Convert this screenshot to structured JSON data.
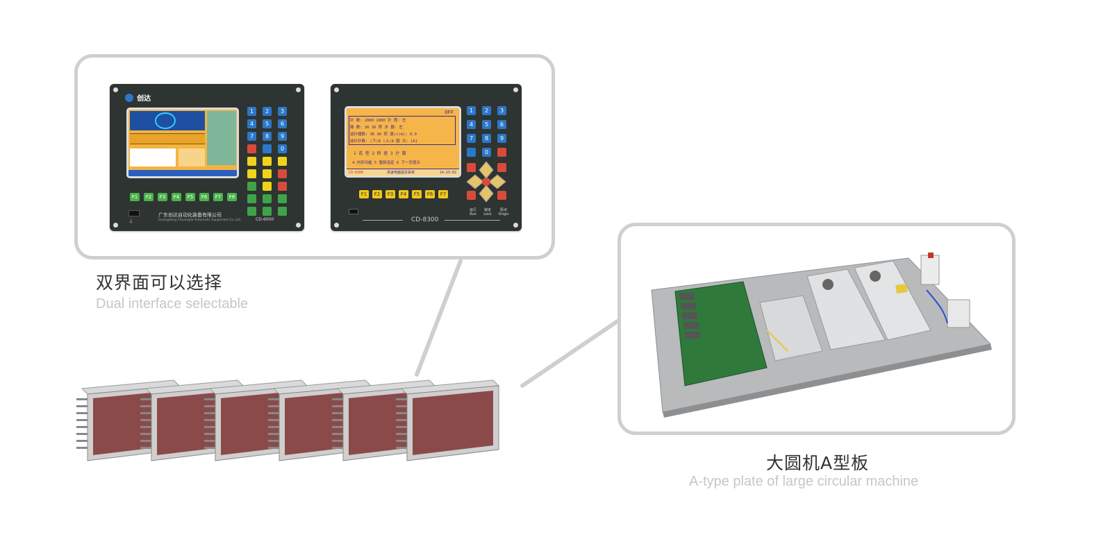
{
  "left_caption": {
    "title_cn": "双界面可以选择",
    "title_en": "Dual interface selectable"
  },
  "right_caption": {
    "title_cn": "大圆机A型板",
    "title_en": "A-type plate of large circular machine"
  },
  "panel_left": {
    "brand": "创达",
    "company_cn": "广东创达自动化装备有限公司",
    "company_en": "Guangdong Chuangda Automatic Equipment Co.,Ltd",
    "model": "CD-6000",
    "fkeys": [
      "F1",
      "F2",
      "F3",
      "F4",
      "F5",
      "F6",
      "F7",
      "F8"
    ],
    "digits": [
      "1",
      "2",
      "3",
      "4",
      "5",
      "6",
      "7",
      "8",
      "9",
      "0"
    ]
  },
  "panel_right": {
    "model": "CD-8300",
    "fkeys": [
      "F1",
      "F2",
      "F3",
      "F4",
      "F5",
      "F6",
      "F7"
    ],
    "digits": [
      "1",
      "2",
      "3",
      "4",
      "5",
      "6",
      "7",
      "8",
      "9",
      "0"
    ],
    "lcd": {
      "status": "OFF",
      "row1": "针   数: 2880  2880 针   筒: 左",
      "row2": "路   数:   36    36 转 步 器: 左",
      "row3": "选针器数:   36    36 转 速(r/m): 0.0",
      "row4": "选针针数: (下)8 (上)8 圈    次: [A]",
      "menu1": "1 花 型   2 检 查   3 计 数",
      "menu2": "4 内存功能  5 重新设定  6 下一页提示",
      "footer_left": "CD-8300",
      "footer_mid": "高速电脑提花系统",
      "footer_time": "14:25:02"
    },
    "labels": [
      "运行 Run",
      "锁定 Lock",
      "原点 Origin"
    ]
  },
  "colors": {
    "frame": "#cfcfcf",
    "panel": "#2d3431",
    "lcd": "#f4b441",
    "module": "#8b4a4a"
  }
}
